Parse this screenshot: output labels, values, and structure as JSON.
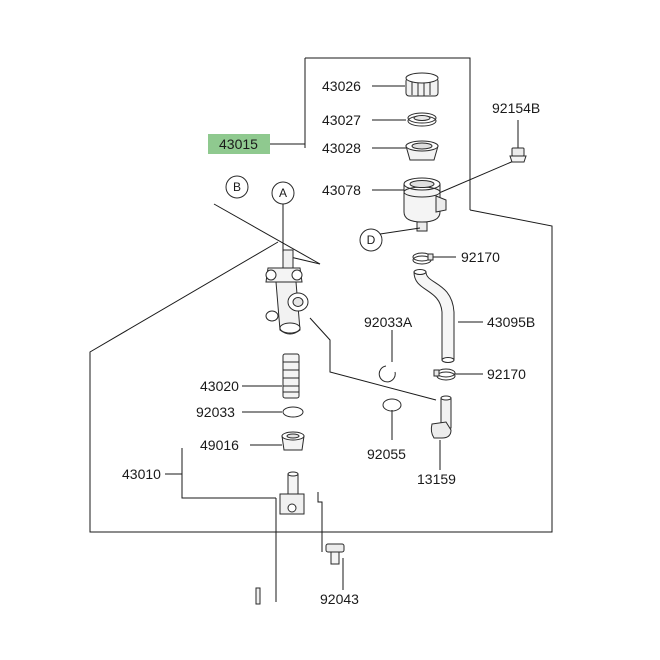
{
  "diagram": {
    "highlight_color": "#8fc98f",
    "callouts": {
      "a": "A",
      "b": "B",
      "d": "D"
    },
    "labels": {
      "p43026": "43026",
      "p43027": "43027",
      "p43028": "43028",
      "p43015": "43015",
      "p43078": "43078",
      "p92154b": "92154B",
      "p92170_top": "92170",
      "p92033a": "92033A",
      "p43095b": "43095B",
      "p92170_bottom": "92170",
      "p43020": "43020",
      "p92033": "92033",
      "p92055": "92055",
      "p49016": "49016",
      "p43010": "43010",
      "p13159": "13159",
      "p92043": "92043"
    }
  }
}
